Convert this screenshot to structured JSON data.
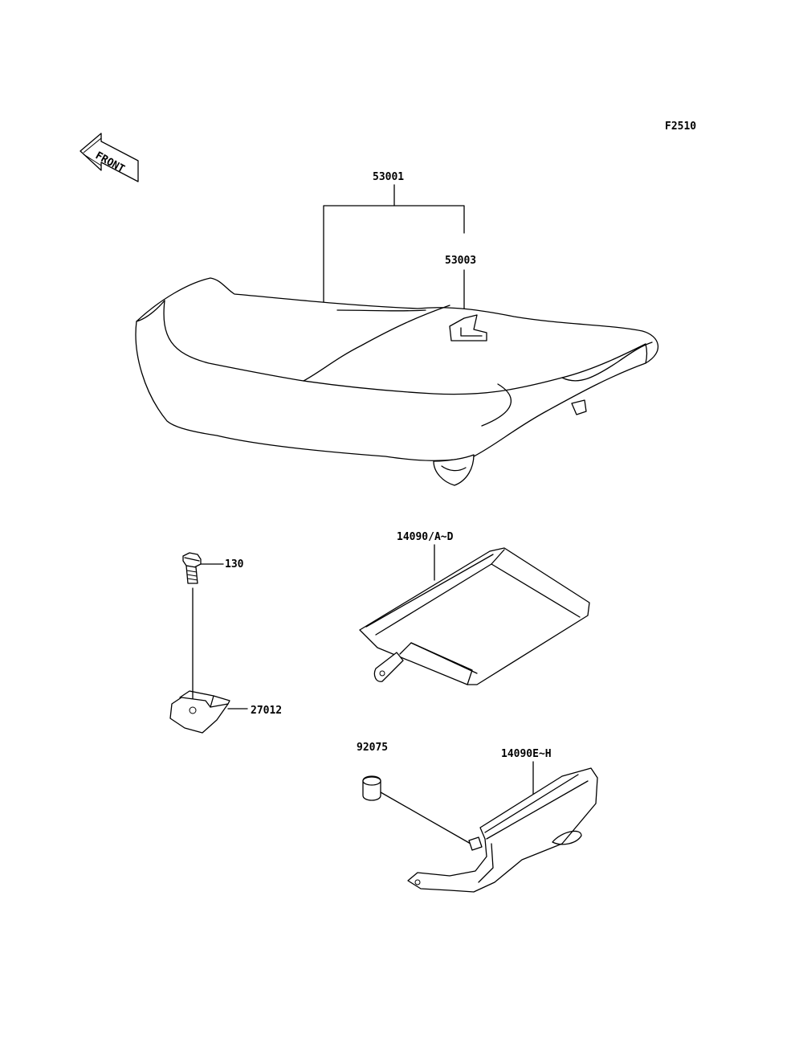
{
  "figure_code": "F2510",
  "front_arrow": {
    "text": "FRONT",
    "icon": "front-direction-arrow-icon"
  },
  "parts": {
    "seat_assy": "53001",
    "seat_hook": "53003",
    "seat_cover": "14090/A~D",
    "bolt": "130",
    "nut": "27012",
    "damper": "92075",
    "cover_side": "14090E~H"
  }
}
